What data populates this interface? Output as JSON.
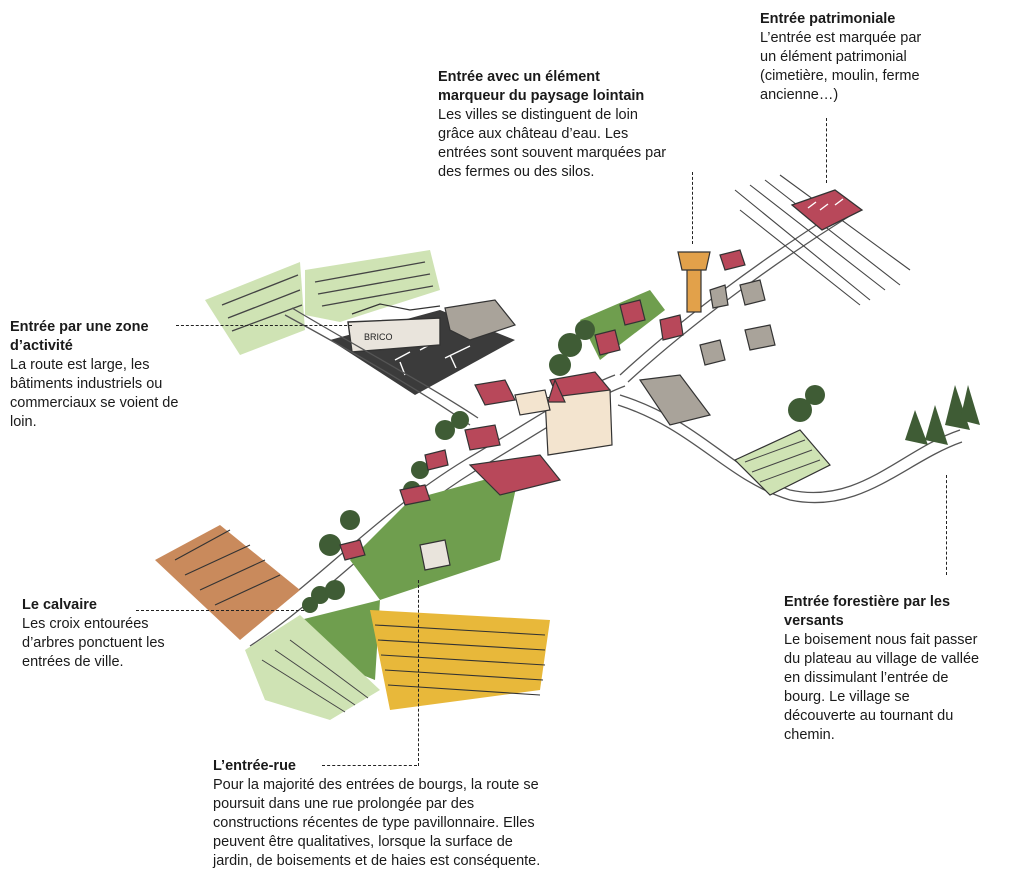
{
  "annotations": {
    "patrimoniale": {
      "title": "Entrée patrimoniale",
      "text": "L’entrée est marquée par\nun élément patrimonial\n(cimetière, moulin, ferme\nancienne…)"
    },
    "paysage": {
      "title": "Entrée avec  un élément\nmarqueur du paysage lointain",
      "text": "Les villes se distinguent de loin\ngrâce aux château d’eau. Les\nentrées sont souvent marquées par\ndes fermes ou des silos."
    },
    "activite": {
      "title": "Entrée par une zone\nd’activité",
      "text": "La route est large, les\nbâtiments industriels ou\ncommerciaux se voient de\nloin."
    },
    "calvaire": {
      "title": "Le calvaire",
      "text": "Les croix entourées\nd’arbres ponctuent les\nentrées de ville."
    },
    "forestiere": {
      "title": "Entrée forestière par les\nversants",
      "text": "Le boisement nous fait passer\ndu plateau au village de vallée\nen dissimulant l’entrée de\nbourg. Le village se\ndécouverte au tournant du\nchemin."
    },
    "rue": {
      "title": "L’entrée-rue",
      "text": "Pour la majorité des entrées de bourgs, la route se\npoursuit dans une rue prolongée par des\nconstructions récentes de type pavillonnaire. Elles\npeuvent être qualitatives, lorsque la surface de\njardin, de boisements et de haies est conséquente."
    }
  },
  "sign_text": "BRICO",
  "colors": {
    "field_green_light": "#cfe3b4",
    "field_green": "#6f9e4e",
    "field_orange": "#c98a5c",
    "field_yellow": "#e8b83a",
    "tree_dark": "#3f5c35",
    "roof_red": "#b8485a",
    "wall_cream": "#f3e4cf",
    "tower_orange": "#e2a14a",
    "parking_dark": "#3b3b3b",
    "building_grey": "#a9a39a"
  }
}
